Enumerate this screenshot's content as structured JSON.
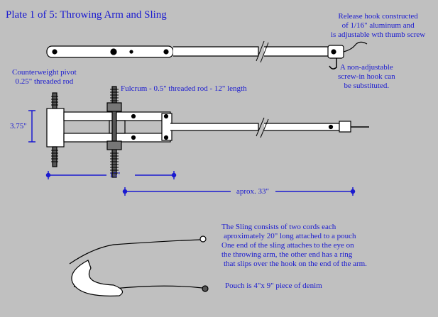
{
  "title": "Plate 1 of 5: Throwing Arm and Sling",
  "notes": {
    "release_hook": [
      "Release hook constructed",
      "of 1/16\" aluminum and",
      "is adjustable wth thumb screw"
    ],
    "non_adjustable": [
      "A non-adjustable",
      "screw-in hook can",
      "be substituted."
    ],
    "counterweight_pivot": [
      "Counterweight pivot",
      "0.25\" threaded rod"
    ],
    "fulcrum": "Fulcrum - 0.5\" threaded rod - 12\" length",
    "sling": [
      "The Sling consists of two cords each",
      "aproximately 20\" long attached to a pouch",
      "One end of the sling attaches to the eye on",
      "the throwing arm, the other end has a ring",
      "that slips over the hook on the end of the arm."
    ],
    "pouch": "Pouch is 4\"x 9\" piece of denim"
  },
  "dimensions": {
    "height": "3.75\"",
    "short_length": "15\"",
    "long_length": "aprox. 33\""
  },
  "colors": {
    "background": "#c0c0c0",
    "text": "#1a1ad0",
    "line": "#000000",
    "part": "#ffffff"
  }
}
